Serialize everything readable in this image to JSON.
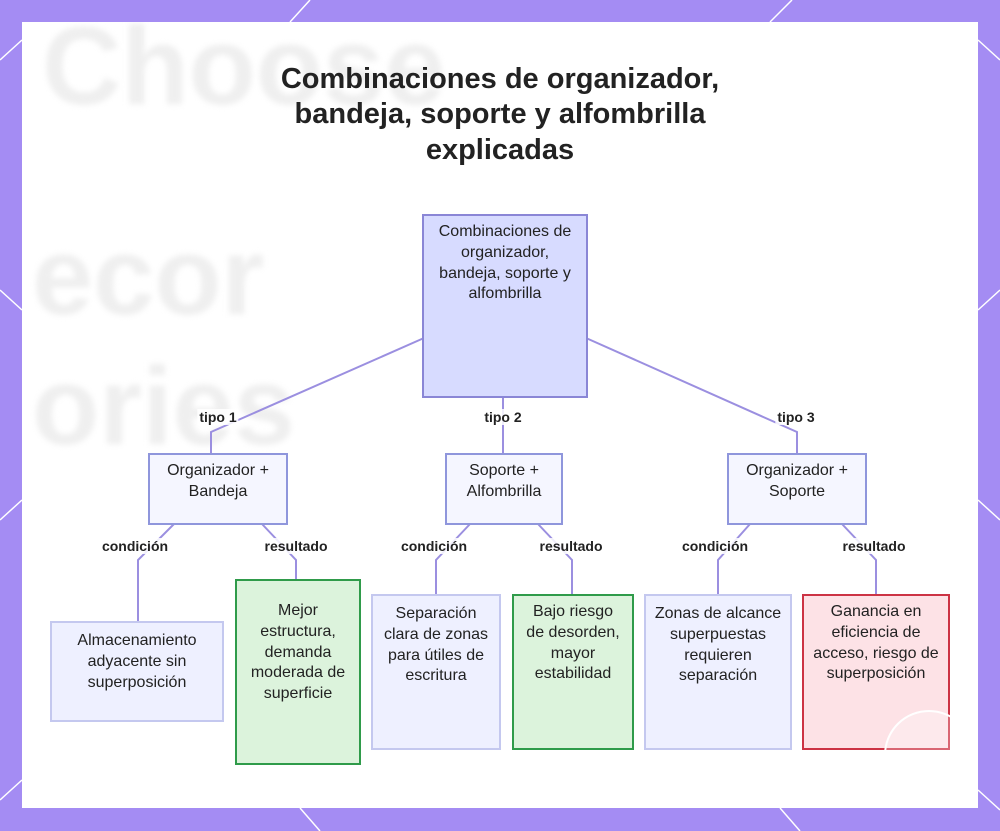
{
  "title": "Combinaciones de organizador, bandeja, soporte y alfombrilla explicadas",
  "colors": {
    "frame": "#a48cf3",
    "root_fill": "#d7dbff",
    "node_border": "#8f96dc",
    "edge": "#9b8fe0",
    "result_green_fill": "#dcf3dc",
    "result_green_border": "#2f9b4a",
    "result_red_fill": "#fde2e6",
    "result_red_border": "#cc3344"
  },
  "root": {
    "label": "Combinaciones de organizador, bandeja, soporte y alfombrilla"
  },
  "branches": [
    {
      "edge_label": "tipo 1",
      "label": "Organizador + Bandeja",
      "condition_label": "condición",
      "condition": "Almacenamiento adyacente sin superposición",
      "result_label": "resultado",
      "result": "Mejor estructura, demanda moderada de superficie"
    },
    {
      "edge_label": "tipo 2",
      "label": "Soporte + Alfombrilla",
      "condition_label": "condición",
      "condition": "Separación clara de zonas para útiles de escritura",
      "result_label": "resultado",
      "result": "Bajo riesgo de desorden, mayor estabilidad"
    },
    {
      "edge_label": "tipo 3",
      "label": "Organizador + Soporte",
      "condition_label": "condición",
      "condition": "Zonas de alcance superpuestas requieren separación",
      "result_label": "resultado",
      "result": "Ganancia en eficiencia de acceso, riesgo de superposición"
    }
  ]
}
